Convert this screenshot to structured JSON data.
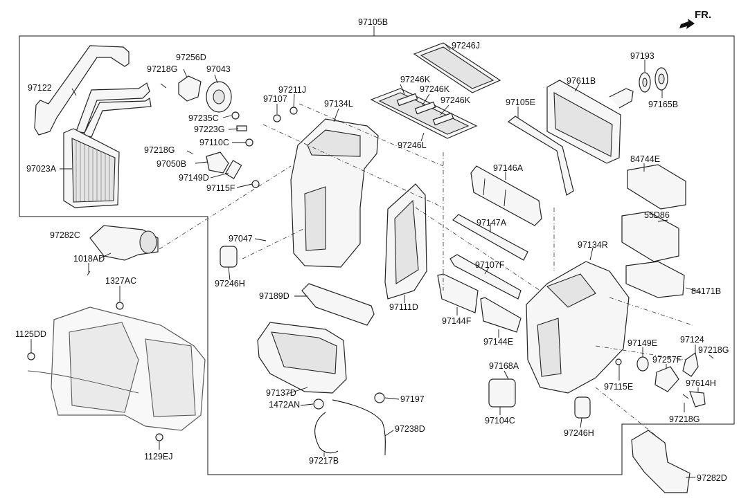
{
  "orientation_label": "FR.",
  "labels": {
    "97105B": "97105B",
    "97122": "97122",
    "97023A": "97023A",
    "97256D": "97256D",
    "97218G_a": "97218G",
    "97043": "97043",
    "97235C": "97235C",
    "97223G": "97223G",
    "97218G_b": "97218G",
    "97110C": "97110C",
    "97050B": "97050B",
    "97149D": "97149D",
    "97115F_a": "97115F",
    "97211J": "97211J",
    "97107": "97107",
    "97134L": "97134L",
    "97246J": "97246J",
    "97246K_a": "97246K",
    "97246K_b": "97246K",
    "97246K_c": "97246K",
    "97246L": "97246L",
    "97105E": "97105E",
    "97193": "97193",
    "97611B": "97611B",
    "97165B": "97165B",
    "84744E": "84744E",
    "97146A": "97146A",
    "55D86": "55D86",
    "97147A": "97147A",
    "97134R": "97134R",
    "97107F": "97107F",
    "84171B": "84171B",
    "97282C": "97282C",
    "1018AD": "1018AD",
    "97047": "97047",
    "97246H_a": "97246H",
    "1327AC": "1327AC",
    "97189D": "97189D",
    "97111D": "97111D",
    "97144F": "97144F",
    "97144E": "97144E",
    "1125DD": "1125DD",
    "97149E": "97149E",
    "97124": "97124",
    "97218G_c": "97218G",
    "97257F": "97257F",
    "97168A": "97168A",
    "97115E": "97115E",
    "97614H": "97614H",
    "97137D": "97137D",
    "1472AN": "1472AN",
    "97197": "97197",
    "97104C": "97104C",
    "97246H_b": "97246H",
    "97218G_d": "97218G",
    "97238D": "97238D",
    "1129EJ": "1129EJ",
    "97217B": "97217B",
    "97282D": "97282D"
  }
}
